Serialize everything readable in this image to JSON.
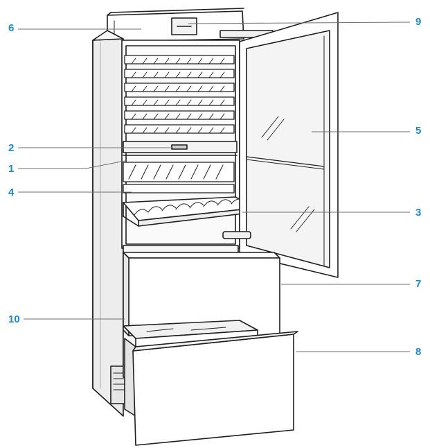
{
  "colors": {
    "label": "#1f87c7",
    "leader": "#6f6f6f",
    "outline": "#1e1e1e",
    "shade": "#e9e9e9",
    "glass": "#f4f4f4",
    "white": "#ffffff"
  },
  "callouts": [
    {
      "id": "1",
      "text": "1"
    },
    {
      "id": "2",
      "text": "2"
    },
    {
      "id": "3",
      "text": "3"
    },
    {
      "id": "4",
      "text": "4"
    },
    {
      "id": "5",
      "text": "5"
    },
    {
      "id": "6",
      "text": "6"
    },
    {
      "id": "7",
      "text": "7"
    },
    {
      "id": "8",
      "text": "8"
    },
    {
      "id": "9",
      "text": "9"
    },
    {
      "id": "10",
      "text": "10"
    }
  ]
}
